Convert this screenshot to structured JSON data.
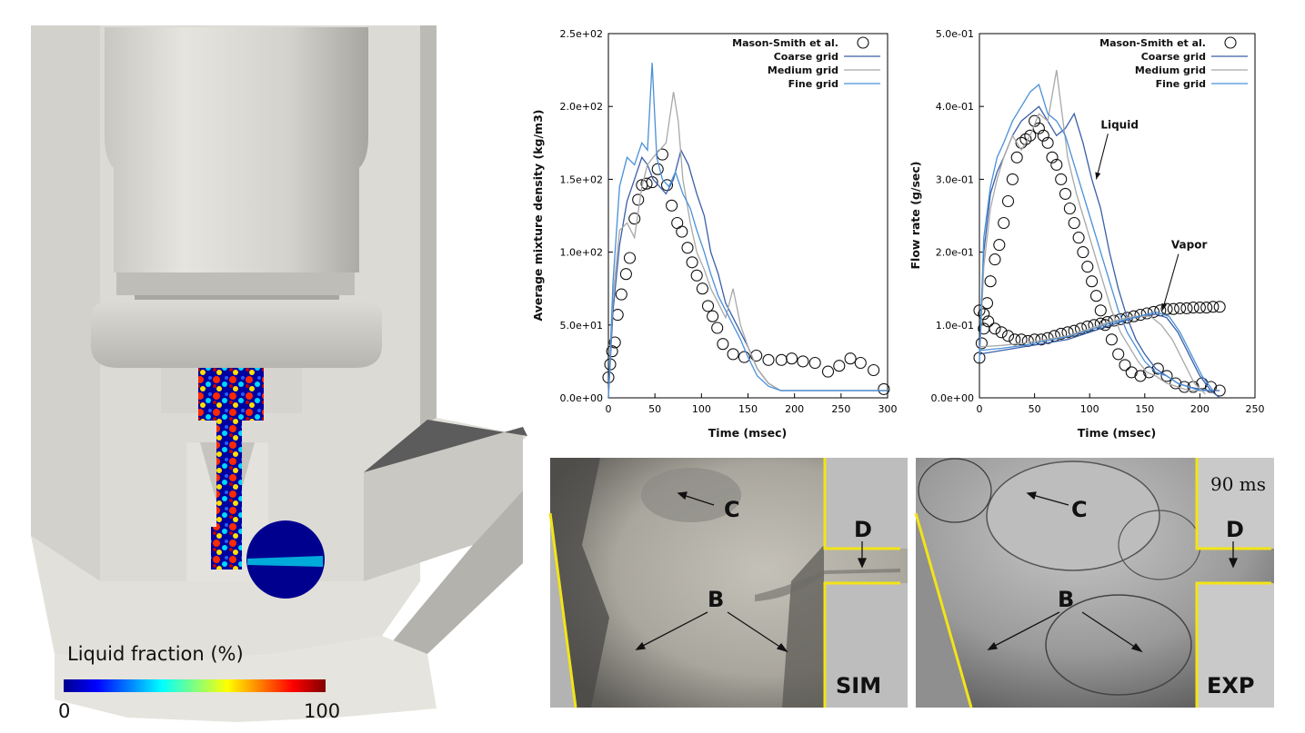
{
  "render": {
    "colorbar_title": "Liquid fraction (%)",
    "colorbar_min": "0",
    "colorbar_max": "100"
  },
  "sim_panel": {
    "label_c": "C",
    "label_b": "B",
    "label_d": "D",
    "tag": "SIM"
  },
  "exp_panel": {
    "label_c": "C",
    "label_b": "B",
    "label_d": "D",
    "tag": "EXP",
    "time": "90 ms"
  },
  "colors": {
    "coarse": "#3a5fa8",
    "medium": "#a8a8a8",
    "fine": "#4a90d9",
    "marker": "#111111",
    "highlight": "#f2e417"
  },
  "chart_data": [
    {
      "type": "line",
      "xlabel": "Time (msec)",
      "ylabel": "Average mixture density (kg/m3)",
      "xlim": [
        0,
        300
      ],
      "ylim": [
        0,
        250
      ],
      "xticks": [
        "0",
        "50",
        "100",
        "150",
        "200",
        "250",
        "300"
      ],
      "yticks": [
        "0.0e+00",
        "5.0e+01",
        "1.0e+02",
        "1.5e+02",
        "2.0e+02",
        "2.5e+02"
      ],
      "legend_position": "top-right",
      "series": [
        {
          "name": "Mason-Smith et al.",
          "kind": "markers",
          "x": [
            0,
            2,
            4,
            7,
            10,
            14,
            19,
            23,
            28,
            32,
            36,
            41,
            47,
            53,
            58,
            63,
            68,
            74,
            79,
            85,
            90,
            95,
            101,
            107,
            112,
            117,
            123,
            134,
            146,
            159,
            172,
            186,
            197,
            209,
            222,
            236,
            248,
            260,
            271,
            285,
            296
          ],
          "y": [
            14,
            23,
            32,
            38,
            57,
            71,
            85,
            96,
            123,
            136,
            146,
            147,
            148,
            157,
            167,
            146,
            132,
            120,
            114,
            103,
            93,
            84,
            75,
            63,
            56,
            48,
            37,
            30,
            28,
            29,
            26,
            26,
            27,
            25,
            24,
            18,
            22,
            27,
            24,
            19,
            6
          ]
        },
        {
          "name": "Coarse grid",
          "kind": "line",
          "x": [
            0,
            5,
            12,
            20,
            28,
            36,
            42,
            48,
            55,
            62,
            70,
            78,
            86,
            95,
            103,
            110,
            118,
            126,
            134,
            142,
            150,
            160,
            172,
            185,
            200,
            230,
            260,
            300
          ],
          "y": [
            0,
            60,
            105,
            135,
            150,
            165,
            160,
            150,
            145,
            140,
            150,
            170,
            160,
            140,
            125,
            100,
            85,
            65,
            55,
            45,
            35,
            20,
            10,
            5,
            5,
            5,
            5,
            5
          ]
        },
        {
          "name": "Medium grid",
          "kind": "line",
          "x": [
            0,
            5,
            12,
            20,
            28,
            36,
            42,
            48,
            55,
            62,
            70,
            75,
            80,
            88,
            95,
            103,
            110,
            118,
            126,
            134,
            142,
            150,
            160,
            172,
            185,
            200,
            230,
            260,
            300
          ],
          "y": [
            0,
            70,
            115,
            120,
            110,
            145,
            160,
            165,
            170,
            175,
            210,
            190,
            150,
            120,
            100,
            88,
            75,
            65,
            55,
            75,
            50,
            35,
            20,
            10,
            5,
            5,
            5,
            5,
            5
          ]
        },
        {
          "name": "Fine grid",
          "kind": "line",
          "x": [
            0,
            5,
            12,
            20,
            28,
            36,
            42,
            47,
            52,
            58,
            65,
            72,
            80,
            88,
            95,
            103,
            110,
            118,
            126,
            134,
            142,
            150,
            160,
            172,
            185,
            200,
            230,
            260,
            300
          ],
          "y": [
            0,
            80,
            145,
            165,
            160,
            175,
            170,
            230,
            165,
            150,
            145,
            155,
            140,
            130,
            115,
            100,
            85,
            70,
            60,
            50,
            40,
            28,
            15,
            8,
            5,
            5,
            5,
            5,
            5
          ]
        }
      ]
    },
    {
      "type": "line",
      "xlabel": "Time (msec)",
      "ylabel": "Flow rate (g/sec)",
      "xlim": [
        0,
        250
      ],
      "ylim": [
        0,
        0.5
      ],
      "xticks": [
        "0",
        "50",
        "100",
        "150",
        "200",
        "250"
      ],
      "yticks": [
        "0.0e+00",
        "1.0e-01",
        "2.0e-01",
        "3.0e-01",
        "4.0e-01",
        "5.0e-01"
      ],
      "legend_position": "top-right",
      "annotations": [
        {
          "text": "Liquid",
          "x": 110,
          "y": 0.37,
          "arrow_to_x": 106,
          "arrow_to_y": 0.3
        },
        {
          "text": "Vapor",
          "x": 174,
          "y": 0.205,
          "arrow_to_x": 166,
          "arrow_to_y": 0.12
        }
      ],
      "series": [
        {
          "name": "Mason-Smith et al.",
          "kind": "markers",
          "x": [
            0,
            2,
            4,
            7,
            10,
            14,
            18,
            22,
            26,
            30,
            34,
            38,
            42,
            46,
            50,
            54,
            58,
            62,
            66,
            70,
            74,
            78,
            82,
            86,
            90,
            94,
            98,
            102,
            106,
            110,
            114,
            120,
            126,
            132,
            138,
            146,
            154,
            162,
            170,
            178,
            186,
            194,
            202,
            210,
            218
          ],
          "y": [
            0.055,
            0.075,
            0.095,
            0.13,
            0.16,
            0.19,
            0.21,
            0.24,
            0.27,
            0.3,
            0.33,
            0.35,
            0.355,
            0.36,
            0.38,
            0.37,
            0.36,
            0.35,
            0.33,
            0.32,
            0.3,
            0.28,
            0.26,
            0.24,
            0.22,
            0.2,
            0.18,
            0.16,
            0.14,
            0.12,
            0.1,
            0.08,
            0.06,
            0.045,
            0.035,
            0.03,
            0.035,
            0.04,
            0.03,
            0.02,
            0.015,
            0.015,
            0.02,
            0.015,
            0.01
          ]
        },
        {
          "name": "Mason-Smith et al. (vapor)",
          "kind": "markers",
          "x": [
            0,
            4,
            8,
            14,
            20,
            26,
            32,
            38,
            44,
            50,
            56,
            62,
            68,
            74,
            80,
            86,
            92,
            98,
            104,
            110,
            116,
            122,
            128,
            134,
            140,
            146,
            152,
            158,
            164,
            170,
            176,
            182,
            188,
            194,
            200,
            206,
            212,
            218
          ],
          "y": [
            0.12,
            0.115,
            0.105,
            0.095,
            0.09,
            0.085,
            0.08,
            0.08,
            0.078,
            0.08,
            0.08,
            0.082,
            0.085,
            0.088,
            0.09,
            0.092,
            0.095,
            0.098,
            0.1,
            0.102,
            0.104,
            0.106,
            0.108,
            0.11,
            0.112,
            0.114,
            0.116,
            0.118,
            0.12,
            0.122,
            0.122,
            0.123,
            0.123,
            0.124,
            0.124,
            0.124,
            0.125,
            0.125
          ]
        },
        {
          "name": "Coarse grid",
          "kind": "line",
          "x": [
            0,
            4,
            10,
            16,
            22,
            30,
            38,
            46,
            54,
            62,
            70,
            78,
            86,
            94,
            102,
            110,
            118,
            126,
            134,
            142,
            150,
            160,
            170,
            180,
            190,
            200,
            210,
            218
          ],
          "y": [
            0.06,
            0.2,
            0.28,
            0.31,
            0.33,
            0.36,
            0.38,
            0.39,
            0.4,
            0.38,
            0.36,
            0.37,
            0.39,
            0.35,
            0.3,
            0.26,
            0.2,
            0.15,
            0.11,
            0.08,
            0.06,
            0.04,
            0.03,
            0.02,
            0.015,
            0.012,
            0.01,
            0.01
          ]
        },
        {
          "name": "Medium grid",
          "kind": "line",
          "x": [
            0,
            4,
            10,
            16,
            22,
            30,
            38,
            46,
            54,
            62,
            70,
            75,
            80,
            88,
            96,
            104,
            112,
            120,
            128,
            136,
            144,
            152,
            160,
            170,
            180,
            190,
            200,
            210
          ],
          "y": [
            0.05,
            0.18,
            0.26,
            0.3,
            0.33,
            0.36,
            0.34,
            0.36,
            0.39,
            0.38,
            0.45,
            0.39,
            0.33,
            0.28,
            0.24,
            0.2,
            0.16,
            0.12,
            0.09,
            0.07,
            0.05,
            0.035,
            0.03,
            0.02,
            0.015,
            0.01,
            0.01,
            0.01
          ]
        },
        {
          "name": "Fine grid",
          "kind": "line",
          "x": [
            0,
            4,
            10,
            16,
            22,
            30,
            38,
            46,
            54,
            62,
            70,
            78,
            86,
            94,
            102,
            110,
            118,
            126,
            134,
            142,
            150,
            160,
            170,
            180,
            190,
            200,
            210
          ],
          "y": [
            0.05,
            0.22,
            0.29,
            0.33,
            0.35,
            0.38,
            0.4,
            0.42,
            0.43,
            0.39,
            0.38,
            0.36,
            0.32,
            0.28,
            0.24,
            0.2,
            0.16,
            0.12,
            0.09,
            0.07,
            0.05,
            0.035,
            0.03,
            0.02,
            0.015,
            0.01,
            0.01
          ]
        },
        {
          "name": "Coarse grid (vapor)",
          "kind": "line",
          "x": [
            0,
            20,
            40,
            60,
            80,
            100,
            120,
            140,
            160,
            170,
            180,
            190,
            200,
            210,
            218
          ],
          "y": [
            0.06,
            0.065,
            0.07,
            0.075,
            0.08,
            0.09,
            0.1,
            0.11,
            0.115,
            0.11,
            0.09,
            0.06,
            0.03,
            0.01,
            0.0
          ]
        },
        {
          "name": "Medium grid (vapor)",
          "kind": "line",
          "x": [
            0,
            20,
            40,
            60,
            80,
            100,
            120,
            140,
            155,
            165,
            175,
            185,
            195,
            205
          ],
          "y": [
            0.07,
            0.072,
            0.075,
            0.08,
            0.085,
            0.095,
            0.105,
            0.112,
            0.112,
            0.1,
            0.08,
            0.05,
            0.02,
            0.005
          ]
        },
        {
          "name": "Fine grid (vapor)",
          "kind": "line",
          "x": [
            0,
            20,
            40,
            60,
            80,
            100,
            120,
            140,
            160,
            172,
            182,
            192,
            202,
            212
          ],
          "y": [
            0.065,
            0.068,
            0.072,
            0.078,
            0.084,
            0.093,
            0.103,
            0.11,
            0.118,
            0.112,
            0.09,
            0.06,
            0.03,
            0.01
          ]
        }
      ]
    }
  ]
}
